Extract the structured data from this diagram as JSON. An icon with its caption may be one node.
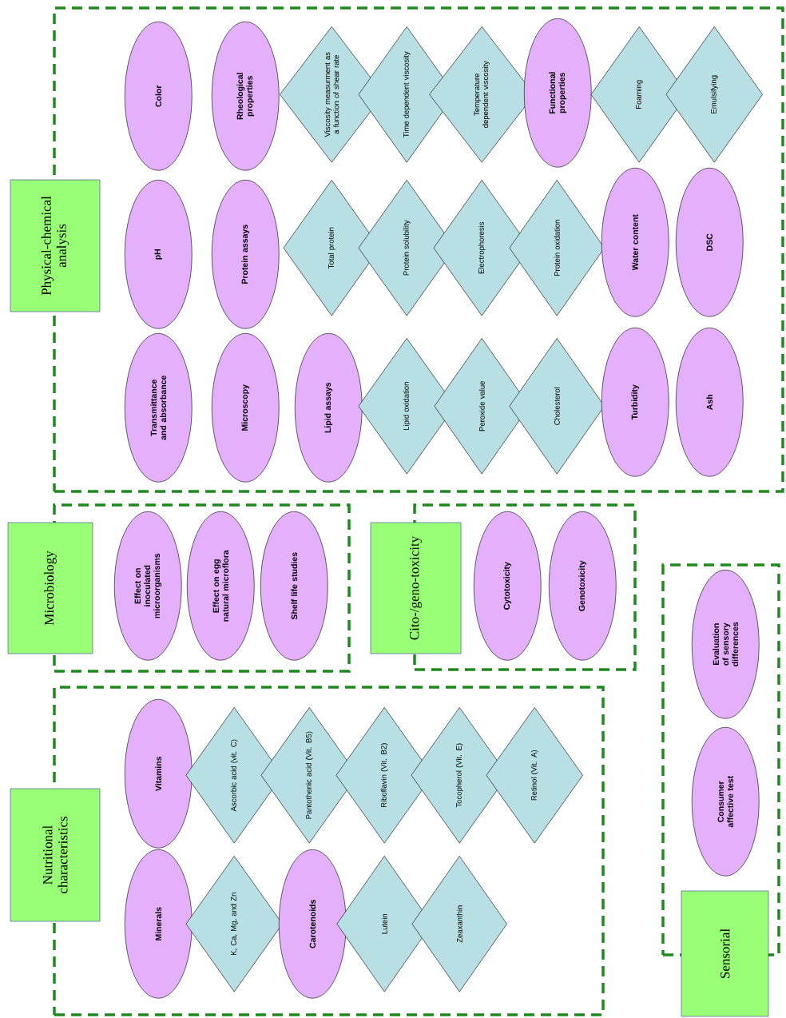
{
  "diagram": {
    "nodes": [
      {
        "text": [
          "Physical-chemical analysis"
        ]
      },
      {
        "text": [
          "Color"
        ],
        "in": 0
      },
      {
        "text": [
          "pH"
        ],
        "in": 0
      },
      {
        "text": [
          "Transmittance and absorbance"
        ],
        "in": 0
      },
      {
        "text": [
          "Rheological properties"
        ],
        "in": 0
      },
      {
        "text": [
          "Protein assays"
        ],
        "in": 0
      },
      {
        "text": [
          "Microscopy"
        ],
        "in": 0
      },
      {
        "text": [
          "Viscosity measurment as a function of shear rate"
        ],
        "in": 0
      },
      {
        "text": [
          "Total protein"
        ],
        "in": 0
      },
      {
        "text": [
          "Lipid assays"
        ],
        "in": 0
      },
      {
        "text": [
          "Time dependent viscosity"
        ],
        "in": 0
      },
      {
        "text": [
          "Protein solubility"
        ],
        "in": 0
      },
      {
        "text": [
          "Lipid oxidation"
        ],
        "in": 0
      },
      {
        "text": [
          "Temperature dependent viscosity"
        ],
        "in": 0
      },
      {
        "text": [
          "Electrophoresis"
        ],
        "in": 0
      },
      {
        "text": [
          "Peroxide value"
        ],
        "in": 0
      },
      {
        "text": [
          "Functional properties"
        ],
        "in": 0
      },
      {
        "text": [
          "Protein oxidation"
        ],
        "in": 0
      },
      {
        "text": [
          "Cholesterol"
        ],
        "in": 0
      },
      {
        "text": [
          "Foaming"
        ],
        "in": 0
      },
      {
        "text": [
          "Water content"
        ],
        "in": 0
      },
      {
        "text": [
          "Turbidity"
        ],
        "in": 0
      },
      {
        "text": [
          "Emulsifying"
        ],
        "in": 0
      },
      {
        "text": [
          "DSC"
        ],
        "in": 0
      },
      {
        "text": [
          "Ash"
        ],
        "in": 0
      },
      {
        "text": [
          "Microbiology"
        ]
      },
      {
        "text": [
          "Effect on inoculated microorganisms"
        ],
        "in": 25
      },
      {
        "text": [
          "Effect on egg natural microflora"
        ],
        "in": 25
      },
      {
        "text": [
          "Shelf life studies"
        ],
        "in": 25
      },
      {
        "text": [
          "Cito-/geno-toxicity"
        ]
      },
      {
        "text": [
          "Cytotoxicity"
        ],
        "in": 29
      },
      {
        "text": [
          "Genotoxicity"
        ],
        "in": 29
      },
      {
        "text": [
          "Nutritional characteristics"
        ]
      },
      {
        "text": [
          "Vitamins"
        ],
        "in": 32
      },
      {
        "text": [
          "Minerals"
        ],
        "in": 32
      },
      {
        "text": [
          "Ascorbic acid (vit. C)"
        ],
        "in": 32
      },
      {
        "text": [
          "K, Ca, Mg, and Zn"
        ],
        "in": 32
      },
      {
        "text": [
          "Pantothenic acid (Vit. B5)"
        ],
        "in": 32
      },
      {
        "text": [
          "Carotenoids"
        ],
        "in": 32
      },
      {
        "text": [
          "Riboflavin (Vit. B2)"
        ],
        "in": 32
      },
      {
        "text": [
          "Lutein"
        ],
        "in": 32
      },
      {
        "text": [
          "Tocopherol (Vit. E)"
        ],
        "in": 32
      },
      {
        "text": [
          "Zeaxanthin"
        ],
        "in": 32
      },
      {
        "text": [
          "Retinol (Vit. A)"
        ],
        "in": 32
      },
      {
        "text": [
          "Sensorial"
        ]
      },
      {
        "text": [
          "Evaluation of sensory differences"
        ],
        "in": 44
      },
      {
        "text": [
          "Consumer affective test"
        ],
        "in": 44
      }
    ]
  }
}
